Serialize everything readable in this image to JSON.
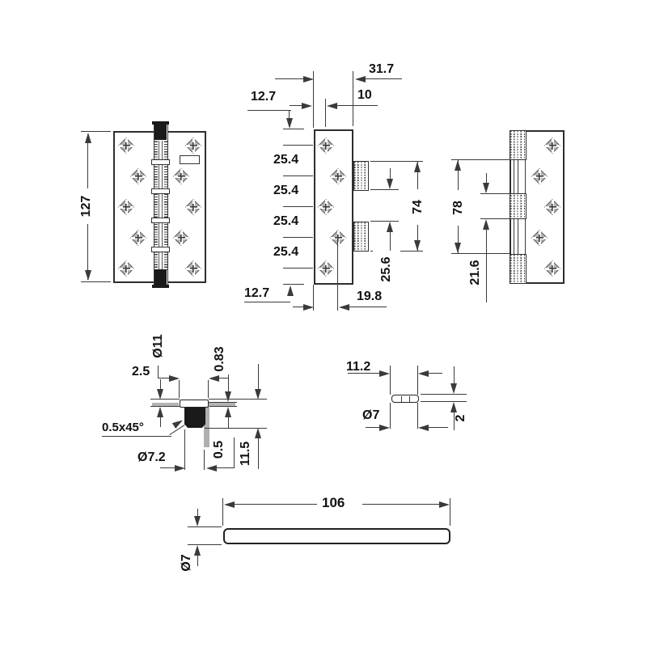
{
  "drawing": {
    "front_view": {
      "height": "127"
    },
    "plan_view": {
      "total_width": "31.7",
      "edge_margin": "12.7",
      "hole_inset_first": "10",
      "hole_pitch": "25.4",
      "knuckle_span": "74",
      "knuckle_gap": "25.6",
      "hole_inset_second": "19.8"
    },
    "side_view": {
      "knuckle_opening": "78",
      "center_knuckle_height": "21.6"
    },
    "bushing_detail": {
      "flange_diameter": "Ø11",
      "flange_height": "2.5",
      "lip_height": "0.83",
      "chamfer": "0.5x45°",
      "body_diameter": "Ø7.2",
      "pin_offset": "0.5",
      "total_height": "11.5"
    },
    "washer_detail": {
      "outer_width": "11.2",
      "hole_diameter": "Ø7",
      "thickness": "2"
    },
    "pin_view": {
      "length": "106",
      "diameter": "Ø7"
    },
    "colors": {
      "line": "#3a3a3a",
      "dark_fill": "#1a1a1a",
      "hole_fill": "#b6b6b6"
    }
  }
}
